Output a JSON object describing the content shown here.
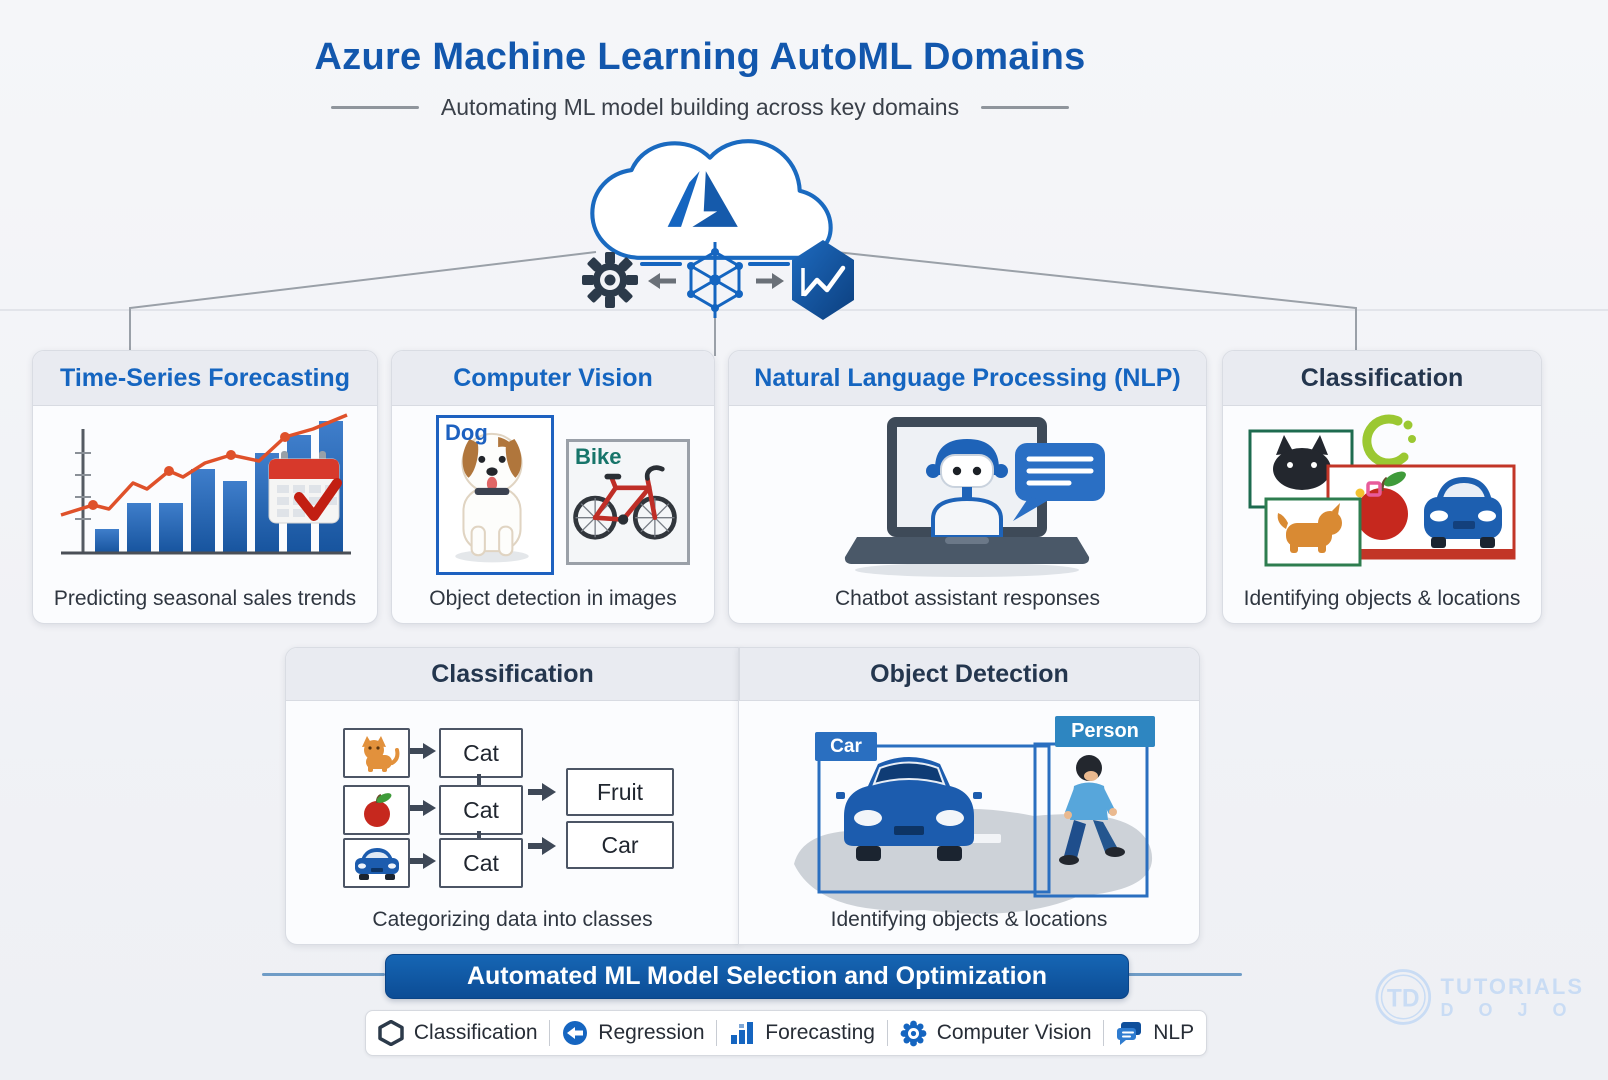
{
  "header": {
    "title": "Azure Machine Learning AutoML Domains",
    "subtitle": "Automating ML model building across key domains"
  },
  "cards_row1": [
    {
      "title": "Time-Series Forecasting",
      "caption": "Predicting seasonal sales trends"
    },
    {
      "title": "Computer Vision",
      "caption": "Object detection in images",
      "box_labels": {
        "left": "Dog",
        "right": "Bike"
      }
    },
    {
      "title": "Natural Language Processing (NLP)",
      "caption": "Chatbot assistant responses"
    },
    {
      "title": "Classification",
      "caption": "Identifying objects & locations"
    }
  ],
  "cards_row2": {
    "classification": {
      "title": "Classification",
      "caption": "Categorizing data into classes",
      "class_boxes": [
        "Cat",
        "Cat",
        "Cat"
      ],
      "group_boxes": [
        "Fruit",
        "Car"
      ]
    },
    "object_detection": {
      "title": "Object Detection",
      "caption": "Identifying objects & locations",
      "tags": [
        "Car",
        "Person"
      ]
    }
  },
  "banner": {
    "label": "Automated ML Model Selection and Optimization"
  },
  "legend": {
    "items": [
      {
        "icon": "hexagon-icon",
        "label": "Classification"
      },
      {
        "icon": "regression-icon",
        "label": "Regression"
      },
      {
        "icon": "forecasting-icon",
        "label": "Forecasting"
      },
      {
        "icon": "computer-vision-icon",
        "label": "Computer Vision"
      },
      {
        "icon": "nlp-icon",
        "label": "NLP"
      }
    ]
  },
  "watermark": {
    "monogram": "TD",
    "line1": "TUTORIALS",
    "line2": "D O J O"
  },
  "colors": {
    "accent_blue": "#1565c0",
    "navy": "#24364e",
    "banner_blue": "#0c4c95",
    "orange_line": "#df512a",
    "bar_blue": "#2a6ab8",
    "background": "#f1f2f6",
    "red_box": "#c23527",
    "green_box": "#1d6b4f",
    "lime": "#9bc832",
    "watermark_blue": "#c3d9f4",
    "tag_blue": "#2a6fc0",
    "tag_light_blue": "#2e86c1"
  }
}
